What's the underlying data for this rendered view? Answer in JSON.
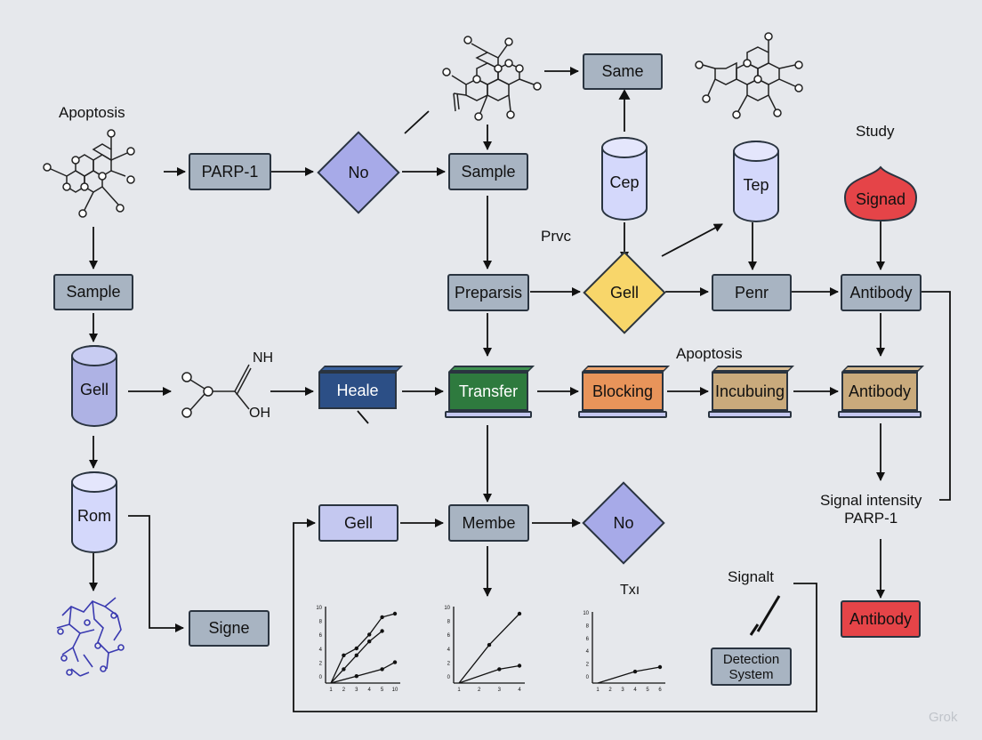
{
  "labels": {
    "apoptosis_left": "Apoptosis",
    "study": "Study",
    "prvc": "Prvc",
    "apoptosis_mid": "Apoptosis",
    "signal_intensity_line1": "Signal intensity",
    "signal_intensity_line2": "PARP-1",
    "signalt": "Signalt",
    "txi": "Txı",
    "nh": "NH",
    "oh": "OH",
    "watermark": "Grok"
  },
  "nodes": {
    "parp1": "PARP-1",
    "no_top": "No",
    "sample_top": "Sample",
    "same": "Same",
    "cep": "Cep",
    "tep": "Tep",
    "signad": "Signad",
    "sample_left": "Sample",
    "preparsis": "Preparsis",
    "gell_diamond": "Gell",
    "penr": "Penr",
    "antibody_1": "Antibody",
    "gell_cyl": "Gell",
    "heale": "Heale",
    "transfer": "Transfer",
    "blocking": "Blocking",
    "incubuing": "Incubuing",
    "antibody_2": "Antibody",
    "rom": "Rom",
    "gell_box": "Gell",
    "membe": "Membe",
    "no_bottom": "No",
    "signe": "Signe",
    "antibody_3": "Antibody",
    "detection_line1": "Detection",
    "detection_line2": "System"
  },
  "colors": {
    "background": "#e6e8ec",
    "gray_box": "#a8b4c2",
    "lavender_box": "#c4c8f0",
    "purple_diamond": "#a7aae8",
    "yellow_diamond": "#f8d66a",
    "red": "#e54448",
    "blue_block": "#2c4f86",
    "green_block": "#2e7a3e",
    "orange_block": "#e8945a",
    "tan_block": "#c9aa7c",
    "molecule_blue": "#3a3ab0"
  },
  "chart_data": [
    {
      "type": "line",
      "y_ticks": [
        "10",
        "8",
        "6",
        "4",
        "2",
        "0"
      ],
      "x_ticks": [
        "1",
        "2",
        "3",
        "4",
        "5",
        "10"
      ],
      "series": [
        {
          "values": [
            [
              1,
              0
            ],
            [
              2,
              4
            ],
            [
              3,
              5
            ],
            [
              4,
              7
            ],
            [
              5,
              9.5
            ],
            [
              10,
              10
            ]
          ]
        },
        {
          "values": [
            [
              1,
              0
            ],
            [
              2,
              2
            ],
            [
              3,
              4
            ],
            [
              4,
              6
            ],
            [
              5,
              7.5
            ]
          ]
        },
        {
          "values": [
            [
              1,
              0
            ],
            [
              3,
              1
            ],
            [
              5,
              2
            ],
            [
              10,
              3
            ]
          ]
        }
      ]
    },
    {
      "type": "line",
      "y_ticks": [
        "10",
        "8",
        "6",
        "4",
        "2",
        "0"
      ],
      "x_ticks": [
        "1",
        "2",
        "3",
        "4"
      ],
      "series": [
        {
          "values": [
            [
              1,
              0
            ],
            [
              2.5,
              5.5
            ],
            [
              4,
              10
            ]
          ]
        },
        {
          "values": [
            [
              1,
              0
            ],
            [
              3,
              2
            ],
            [
              4,
              2.5
            ]
          ]
        }
      ]
    },
    {
      "type": "line",
      "y_ticks": [
        "10",
        "8",
        "6",
        "4",
        "2",
        "0"
      ],
      "x_ticks": [
        "1",
        "2",
        "3",
        "4",
        "5",
        "6"
      ],
      "series": [
        {
          "values": [
            [
              1,
              0
            ],
            [
              4,
              1.8
            ],
            [
              6,
              2.5
            ]
          ]
        }
      ]
    }
  ]
}
